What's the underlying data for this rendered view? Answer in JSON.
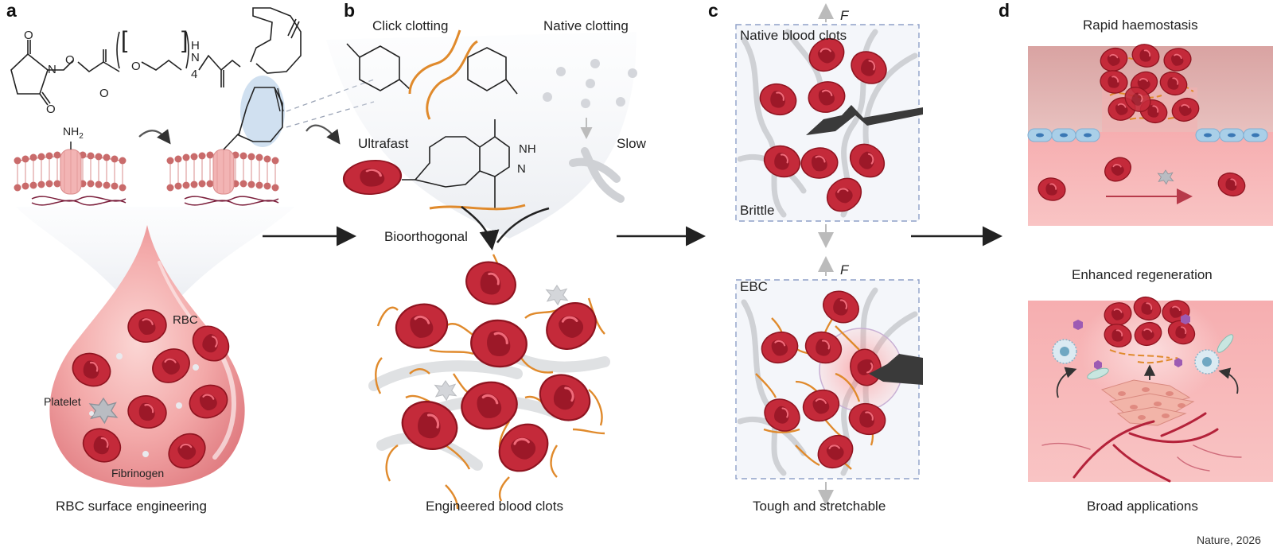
{
  "panels": {
    "a": "a",
    "b": "b",
    "c": "c",
    "d": "d"
  },
  "panel_a": {
    "chem_labels": {
      "o1": "O",
      "o2": "O",
      "o3": "O",
      "o4": "O",
      "o5": "O",
      "n1": "N",
      "nh": "H",
      "nh_n": "N",
      "sub4": "4"
    },
    "amine": "NH",
    "amine_sub": "2",
    "rbc": "RBC",
    "platelet": "Platelet",
    "fibrinogen": "Fibrinogen",
    "caption": "RBC surface engineering"
  },
  "panel_b": {
    "click_clotting": "Click clotting",
    "native_clotting": "Native clotting",
    "ultrafast": "Ultrafast",
    "slow": "Slow",
    "bioorthogonal": "Bioorthogonal",
    "nh": "NH",
    "n": "N",
    "caption": "Engineered blood clots"
  },
  "panel_c": {
    "force": "F",
    "native_blood_clots": "Native blood clots",
    "brittle": "Brittle",
    "ebc": "EBC",
    "caption": "Tough and stretchable"
  },
  "panel_d": {
    "rapid_haemostasis": "Rapid haemostasis",
    "enhanced_regeneration": "Enhanced regeneration",
    "caption": "Broad applications"
  },
  "credit": "Nature, 2026",
  "colors": {
    "rbc": "#c42a3a",
    "rbc_dark": "#8f1420",
    "crosslink": "#e08a2c",
    "fibrin": "#c9c9c9",
    "tissue": "#f3a5a6",
    "membrane": "#c96b6b",
    "box_dash": "#8fa0c8"
  }
}
